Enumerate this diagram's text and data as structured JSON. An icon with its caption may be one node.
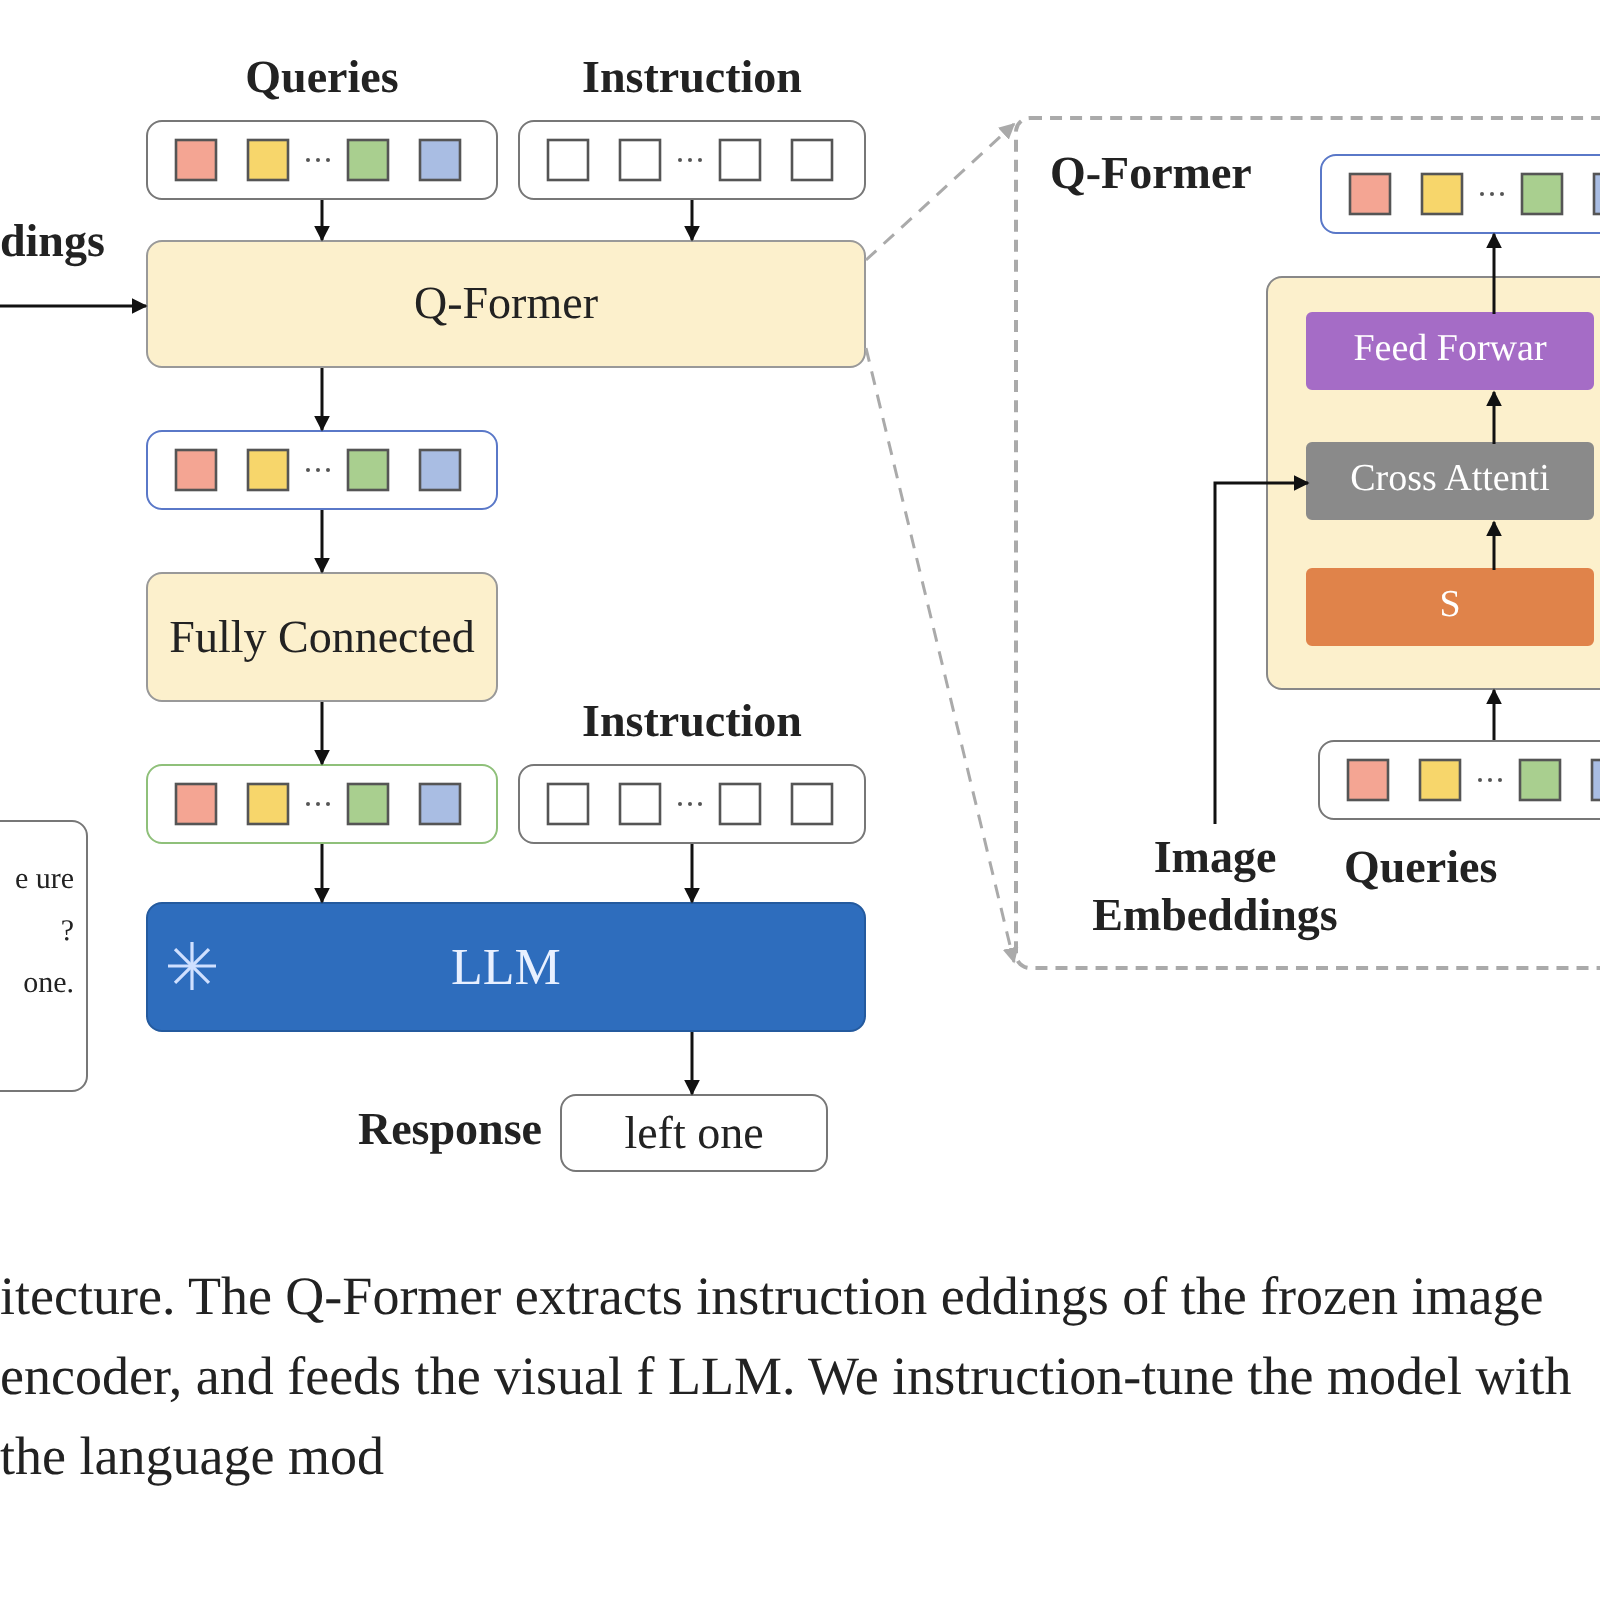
{
  "diagram": {
    "caption": "itecture. The Q-Former extracts instruction eddings of the frozen image encoder, and feeds the visual f LLM. We instruction-tune the model with the language mod",
    "nodes": [
      {
        "text": [
          "Queries"
        ]
      },
      {
        "text": [
          "Instruction"
        ]
      },
      {
        "text": [
          "Q-Former"
        ]
      },
      {
        "text": [],
        "shape": "box"
      },
      {
        "text": [
          "Fully Connected"
        ]
      },
      {
        "text": [],
        "shape": "box"
      },
      {
        "text": [
          "Instruction"
        ]
      },
      {
        "text": [
          "LLM"
        ]
      },
      {
        "text": [
          "left one"
        ],
        "beside": [
          "Response"
        ]
      },
      {
        "text": [
          "e ure ? one."
        ]
      },
      {
        "text": [
          "Q-Former"
        ]
      },
      {
        "text": [],
        "shape": "box",
        "in": 10
      },
      {
        "text": [],
        "shape": "box",
        "in": 10
      },
      {
        "text": [
          "Feed Forwar"
        ],
        "in": 12
      },
      {
        "text": [
          "Cross Attenti"
        ],
        "in": 12
      },
      {
        "text": [
          "S"
        ],
        "in": 12
      },
      {
        "text": [
          "Queries"
        ],
        "in": 10
      },
      {
        "text": [
          "Image Embeddings"
        ],
        "in": 10
      }
    ],
    "edges": [
      {
        "from": 0,
        "to": 2,
        "arrow": "to"
      },
      {
        "from": 1,
        "to": 2,
        "arrow": "to"
      },
      {
        "from": null,
        "to": 2,
        "arrow": "to"
      },
      {
        "from": 2,
        "to": 3,
        "arrow": "to"
      },
      {
        "from": 3,
        "to": 4,
        "arrow": "to"
      },
      {
        "from": 4,
        "to": 5,
        "arrow": "to"
      },
      {
        "from": 5,
        "to": 7,
        "arrow": "to"
      },
      {
        "from": 6,
        "to": 7,
        "arrow": "to"
      },
      {
        "from": 7,
        "to": 8,
        "arrow": "to"
      },
      {
        "from": 2,
        "to": 10,
        "arrow": "to",
        "style": "dashed",
        "color": "#aaaaaa"
      },
      {
        "from": 2,
        "to": 10,
        "arrow": "to",
        "style": "dashed",
        "color": "#aaaaaa"
      },
      {
        "from": 13,
        "to": 11,
        "arrow": "to"
      },
      {
        "from": 14,
        "to": 13,
        "arrow": "to"
      },
      {
        "from": 15,
        "to": 14,
        "arrow": "to"
      },
      {
        "from": 16,
        "to": 12,
        "arrow": "to"
      },
      {
        "from": 17,
        "to": 14,
        "arrow": "to"
      }
    ],
    "labels": [
      "dings"
    ]
  }
}
